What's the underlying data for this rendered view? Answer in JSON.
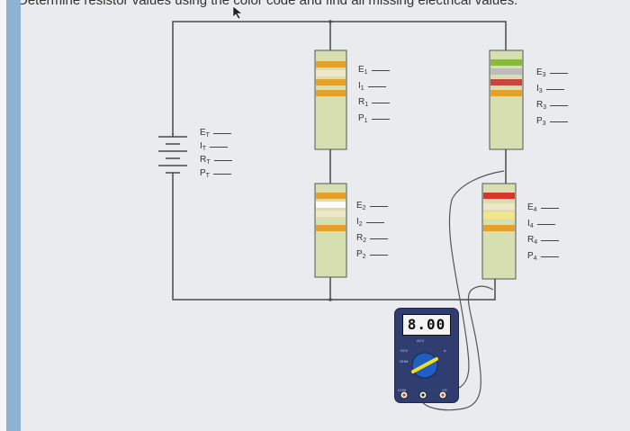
{
  "header": {
    "partial_text": "Determine resistor values using the color code and find all missing electrical values."
  },
  "source": {
    "labels": [
      {
        "letter": "E",
        "sub": "T"
      },
      {
        "letter": "I",
        "sub": "T"
      },
      {
        "letter": "R",
        "sub": "T"
      },
      {
        "letter": "P",
        "sub": "T"
      }
    ]
  },
  "resistors": [
    {
      "id": "r1",
      "labels": [
        {
          "letter": "E",
          "sub": "1"
        },
        {
          "letter": "I",
          "sub": "1"
        },
        {
          "letter": "R",
          "sub": "1"
        },
        {
          "letter": "P",
          "sub": "1"
        }
      ],
      "bands": [
        "#e5a02a",
        "#efe8c8",
        "#e5a02a",
        "#e5a02a"
      ]
    },
    {
      "id": "r2",
      "labels": [
        {
          "letter": "E",
          "sub": "2"
        },
        {
          "letter": "I",
          "sub": "2"
        },
        {
          "letter": "R",
          "sub": "2"
        },
        {
          "letter": "P",
          "sub": "2"
        }
      ],
      "bands": [
        "#e5a02a",
        "#fbfbf5",
        "#efe8c8",
        "#e5a02a"
      ]
    },
    {
      "id": "r3",
      "labels": [
        {
          "letter": "E",
          "sub": "3"
        },
        {
          "letter": "I",
          "sub": "3"
        },
        {
          "letter": "R",
          "sub": "3"
        },
        {
          "letter": "P",
          "sub": "3"
        }
      ],
      "bands": [
        "#88b83d",
        "#bcbcbc",
        "#c8463f",
        "#e5a02a"
      ]
    },
    {
      "id": "r4",
      "labels": [
        {
          "letter": "E",
          "sub": "4"
        },
        {
          "letter": "I",
          "sub": "4"
        },
        {
          "letter": "R",
          "sub": "4"
        },
        {
          "letter": "P",
          "sub": "4"
        }
      ],
      "bands": [
        "#d8362c",
        "#efe8c8",
        "#f4e48a",
        "#e5a02a"
      ]
    }
  ],
  "multimeter": {
    "display": "8.00",
    "knob_color": "#1f5fbd",
    "pointer_color": "#f2dc21",
    "markings": [
      "ACV",
      "DCV",
      "OHM",
      "A",
      "COM",
      "VΩ"
    ]
  }
}
